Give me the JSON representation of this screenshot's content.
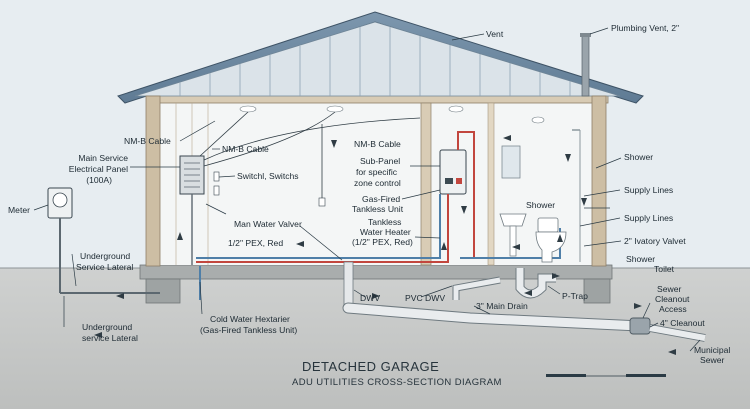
{
  "title": "DETACHED GARAGE",
  "subtitle": "ADU UTILITIES CROSS-SECTION DIAGRAM",
  "colors": {
    "roof": "#6e8aa3",
    "wall": "#c9b9a0",
    "hot_pipe": "#c2463e",
    "cold_pipe": "#4f7fa8",
    "drain_pipe": "#d9dde0",
    "ground": "#c7c9c8"
  },
  "labels": {
    "vent": "Vent",
    "plumbing_vent": "Plumbing Vent, 2\"",
    "nmb_cable_1": "NM-B Cable",
    "nmb_cable_2": "NM-B Cable",
    "nmb_cable_3": "NM-B Cable",
    "main_panel_1": "Main Service",
    "main_panel_2": "Electrical Panel",
    "main_panel_3": "(100A)",
    "switches": "Switchl, Switchs",
    "meter": "Meter",
    "subpanel_1": "Sub-Panel",
    "subpanel_2": "for specific",
    "subpanel_3": "zone control",
    "gasfired_1": "Gas-Fired",
    "gasfired_2": "Tankless Unit",
    "tankless_1": "Tankless",
    "tankless_2": "Water Heater",
    "tankless_3": "(1/2\" PEX, Red)",
    "main_water": "Man Water Valver",
    "pex_red": "1/2\" PEX, Red",
    "underground_1a": "Underground",
    "underground_1b": "Service Lateral",
    "underground_2a": "Underground",
    "underground_2b": "service Lateral",
    "cold_water_1": "Cold Water Hextarier",
    "cold_water_2": "(Gas-Fired Tankless Unit)",
    "dwv": "DWV",
    "pvc_dwv": "PVC DWV",
    "main_drain": "3\" Main Drain",
    "ptrap": "P-Trap",
    "shower_1": "Shower",
    "shower_2": "Shower",
    "shower_3": "Shower",
    "supply_1": "Supply Lines",
    "supply_2": "Supply Lines",
    "lavatory_valve": "2\" Ivatory Valvet",
    "toilet": "Toilet",
    "sewer_cleanout_1": "Sewer",
    "sewer_cleanout_2": "Cleanout",
    "sewer_cleanout_3": "Access",
    "cleanout_4": "4\" Cleanout",
    "municipal_1": "Municipal",
    "municipal_2": "Sewer"
  }
}
